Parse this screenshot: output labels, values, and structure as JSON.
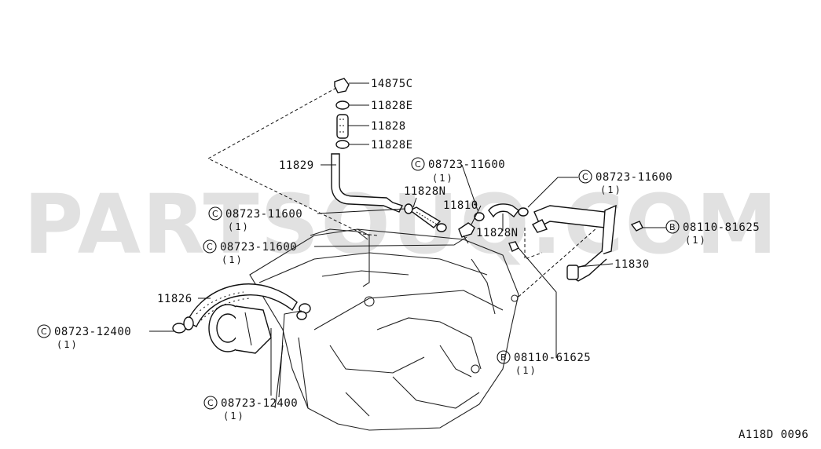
{
  "watermark": "PARTSOUQ.COM",
  "figure_code": "A118D 0096",
  "callouts": {
    "c14875c": {
      "text": "14875C"
    },
    "c11828e_top": {
      "text": "11828E"
    },
    "c11828": {
      "text": "11828"
    },
    "c11828e_bot": {
      "text": "11828E"
    },
    "c11829": {
      "text": "11829"
    },
    "c11828n_left": {
      "text": "11828N"
    },
    "c11810": {
      "text": "11810"
    },
    "c11828n_right": {
      "text": "11828N"
    },
    "c11830": {
      "text": "11830"
    },
    "c11826": {
      "text": "11826"
    },
    "c08723_11600_a": {
      "prefix": "C",
      "text": "08723-11600",
      "qty": "(1)"
    },
    "c08723_11600_b": {
      "prefix": "C",
      "text": "08723-11600",
      "qty": "(1)"
    },
    "c08723_11600_c": {
      "prefix": "C",
      "text": "08723-11600",
      "qty": "(1)"
    },
    "c08723_11600_d": {
      "prefix": "C",
      "text": "08723-11600",
      "qty": "(1)"
    },
    "c08110_81625": {
      "prefix": "B",
      "text": "08110-81625",
      "qty": "(1)"
    },
    "c08110_61625": {
      "prefix": "B",
      "text": "08110-61625",
      "qty": "(1)"
    },
    "c08723_12400_a": {
      "prefix": "C",
      "text": "08723-12400",
      "qty": "(1)"
    },
    "c08723_12400_b": {
      "prefix": "C",
      "text": "08723-12400",
      "qty": "(1)"
    }
  }
}
